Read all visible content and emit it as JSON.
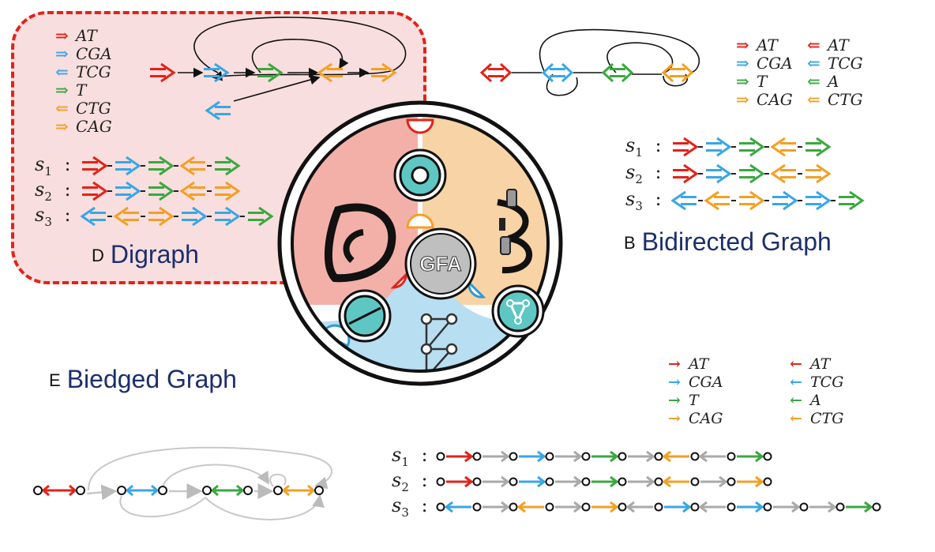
{
  "colors": {
    "red": "#e1231a",
    "blue": "#3aa6e5",
    "green": "#3aa83f",
    "orange": "#f2a024",
    "grey": "#a9a9a9",
    "title_text": "#1c2f6b"
  },
  "digraph": {
    "title": "Digraph",
    "title_icon": "D",
    "legend": [
      {
        "dir": "forward",
        "color": "red",
        "label": "AT"
      },
      {
        "dir": "forward",
        "color": "blue",
        "label": "CGA"
      },
      {
        "dir": "backward",
        "color": "blue",
        "label": "TCG"
      },
      {
        "dir": "forward",
        "color": "green",
        "label": "T"
      },
      {
        "dir": "backward",
        "color": "orange",
        "label": "CTG"
      },
      {
        "dir": "forward",
        "color": "orange",
        "label": "CAG"
      }
    ],
    "paths": [
      {
        "name": "s",
        "index": "1",
        "sep": ":",
        "steps": [
          [
            "forward",
            "red"
          ],
          [
            "forward",
            "blue"
          ],
          [
            "forward",
            "green"
          ],
          [
            "backward",
            "orange"
          ],
          [
            "forward",
            "green"
          ]
        ]
      },
      {
        "name": "s",
        "index": "2",
        "sep": ":",
        "steps": [
          [
            "forward",
            "red"
          ],
          [
            "forward",
            "blue"
          ],
          [
            "forward",
            "green"
          ],
          [
            "backward",
            "orange"
          ],
          [
            "forward",
            "orange"
          ]
        ]
      },
      {
        "name": "s",
        "index": "3",
        "sep": ":",
        "steps": [
          [
            "backward",
            "blue"
          ],
          [
            "backward",
            "orange"
          ],
          [
            "forward",
            "orange"
          ],
          [
            "forward",
            "blue"
          ],
          [
            "forward",
            "blue"
          ],
          [
            "forward",
            "green"
          ]
        ]
      }
    ]
  },
  "bidirected": {
    "title": "Bidirected Graph",
    "title_icon": "B",
    "legend_left": [
      {
        "dir": "forward",
        "color": "red",
        "label": "AT"
      },
      {
        "dir": "forward",
        "color": "blue",
        "label": "CGA"
      },
      {
        "dir": "forward",
        "color": "green",
        "label": "T"
      },
      {
        "dir": "forward",
        "color": "orange",
        "label": "CAG"
      }
    ],
    "legend_right": [
      {
        "dir": "backward",
        "color": "red",
        "label": "AT"
      },
      {
        "dir": "backward",
        "color": "blue",
        "label": "TCG"
      },
      {
        "dir": "backward",
        "color": "green",
        "label": "A"
      },
      {
        "dir": "backward",
        "color": "orange",
        "label": "CTG"
      }
    ],
    "paths": [
      {
        "name": "s",
        "index": "1",
        "sep": ":",
        "steps": [
          [
            "forward",
            "red"
          ],
          [
            "forward",
            "blue"
          ],
          [
            "forward",
            "green"
          ],
          [
            "backward",
            "orange"
          ],
          [
            "forward",
            "green"
          ]
        ]
      },
      {
        "name": "s",
        "index": "2",
        "sep": ":",
        "steps": [
          [
            "forward",
            "red"
          ],
          [
            "forward",
            "blue"
          ],
          [
            "forward",
            "green"
          ],
          [
            "backward",
            "orange"
          ],
          [
            "forward",
            "orange"
          ]
        ]
      },
      {
        "name": "s",
        "index": "3",
        "sep": ":",
        "steps": [
          [
            "backward",
            "blue"
          ],
          [
            "backward",
            "orange"
          ],
          [
            "forward",
            "orange"
          ],
          [
            "forward",
            "blue"
          ],
          [
            "forward",
            "blue"
          ],
          [
            "forward",
            "green"
          ]
        ]
      }
    ]
  },
  "biedged": {
    "title": "Biedged Graph",
    "title_icon": "E",
    "legend_left": [
      {
        "dir": "forward",
        "color": "red",
        "label": "AT"
      },
      {
        "dir": "forward",
        "color": "blue",
        "label": "CGA"
      },
      {
        "dir": "forward",
        "color": "green",
        "label": "T"
      },
      {
        "dir": "forward",
        "color": "orange",
        "label": "CAG"
      }
    ],
    "legend_right": [
      {
        "dir": "backward",
        "color": "red",
        "label": "AT"
      },
      {
        "dir": "backward",
        "color": "blue",
        "label": "TCG"
      },
      {
        "dir": "backward",
        "color": "green",
        "label": "A"
      },
      {
        "dir": "backward",
        "color": "orange",
        "label": "CTG"
      }
    ],
    "paths": [
      {
        "name": "s",
        "index": "1",
        "sep": ":",
        "steps": [
          [
            "forward",
            "red"
          ],
          [
            "forward",
            "grey"
          ],
          [
            "forward",
            "blue"
          ],
          [
            "forward",
            "grey"
          ],
          [
            "forward",
            "green"
          ],
          [
            "forward",
            "grey"
          ],
          [
            "backward",
            "orange"
          ],
          [
            "backward",
            "grey"
          ],
          [
            "forward",
            "green"
          ]
        ]
      },
      {
        "name": "s",
        "index": "2",
        "sep": ":",
        "steps": [
          [
            "forward",
            "red"
          ],
          [
            "forward",
            "grey"
          ],
          [
            "forward",
            "blue"
          ],
          [
            "forward",
            "grey"
          ],
          [
            "forward",
            "green"
          ],
          [
            "forward",
            "grey"
          ],
          [
            "backward",
            "orange"
          ],
          [
            "forward",
            "grey"
          ],
          [
            "forward",
            "orange"
          ]
        ]
      },
      {
        "name": "s",
        "index": "3",
        "sep": ":",
        "steps": [
          [
            "backward",
            "blue"
          ],
          [
            "forward",
            "grey"
          ],
          [
            "backward",
            "orange"
          ],
          [
            "forward",
            "grey"
          ],
          [
            "forward",
            "orange"
          ],
          [
            "backward",
            "grey"
          ],
          [
            "forward",
            "blue"
          ],
          [
            "backward",
            "grey"
          ],
          [
            "forward",
            "blue"
          ],
          [
            "forward",
            "grey"
          ],
          [
            "forward",
            "grey"
          ],
          [
            "forward",
            "green"
          ]
        ]
      }
    ]
  },
  "center": {
    "label": "GFA"
  }
}
